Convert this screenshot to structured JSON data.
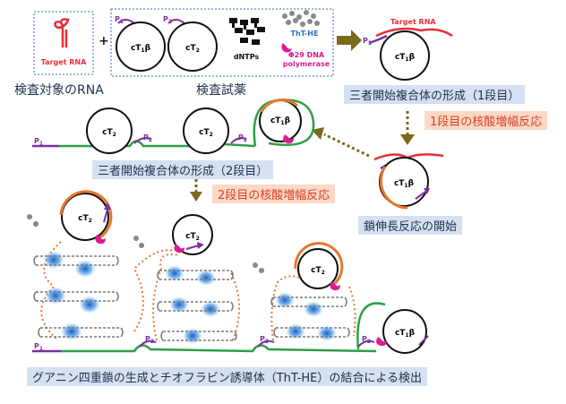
{
  "colors": {
    "red": "#e5303a",
    "green": "#2e9e48",
    "purple": "#7b2fa0",
    "orange": "#e8772e",
    "pink": "#d91c8f",
    "olive": "#7a6a1a",
    "blue_box": "#d5e1f0",
    "orange_box": "#fbd9c4",
    "blue_glow": "#2d7fd6",
    "text_dark": "#1f2f4f",
    "text_red": "#d6402b"
  },
  "reagents": {
    "target_rna": "Target RNA",
    "ct1b": "cT",
    "ct1b_sub": "1",
    "ct1b_tail": "β",
    "ct2": "cT",
    "ct2_sub": "2",
    "p1": "P",
    "p1_sub": "1",
    "p2": "P",
    "p2_sub": "2",
    "dntps": "dNTPs",
    "tht": "ThT-HE",
    "phi29_line1": "Φ29 DNA",
    "phi29_line2": "polymerase",
    "plus": "+"
  },
  "labels": {
    "target_label": "検査対象のRNA",
    "reagent_label": "検査試薬",
    "step1_complex": "三者開始複合体の形成（1段目）",
    "step1_amp": "1段目の核酸増幅反応",
    "step_chain": "鎖伸長反応の開始",
    "step2_complex": "三者開始複合体の形成（2段目）",
    "step2_amp": "2段目の核酸増幅反応",
    "detection": "グアニン四重鎖の生成とチオフラビン誘導体（ThT-HE）の結合による検出"
  }
}
